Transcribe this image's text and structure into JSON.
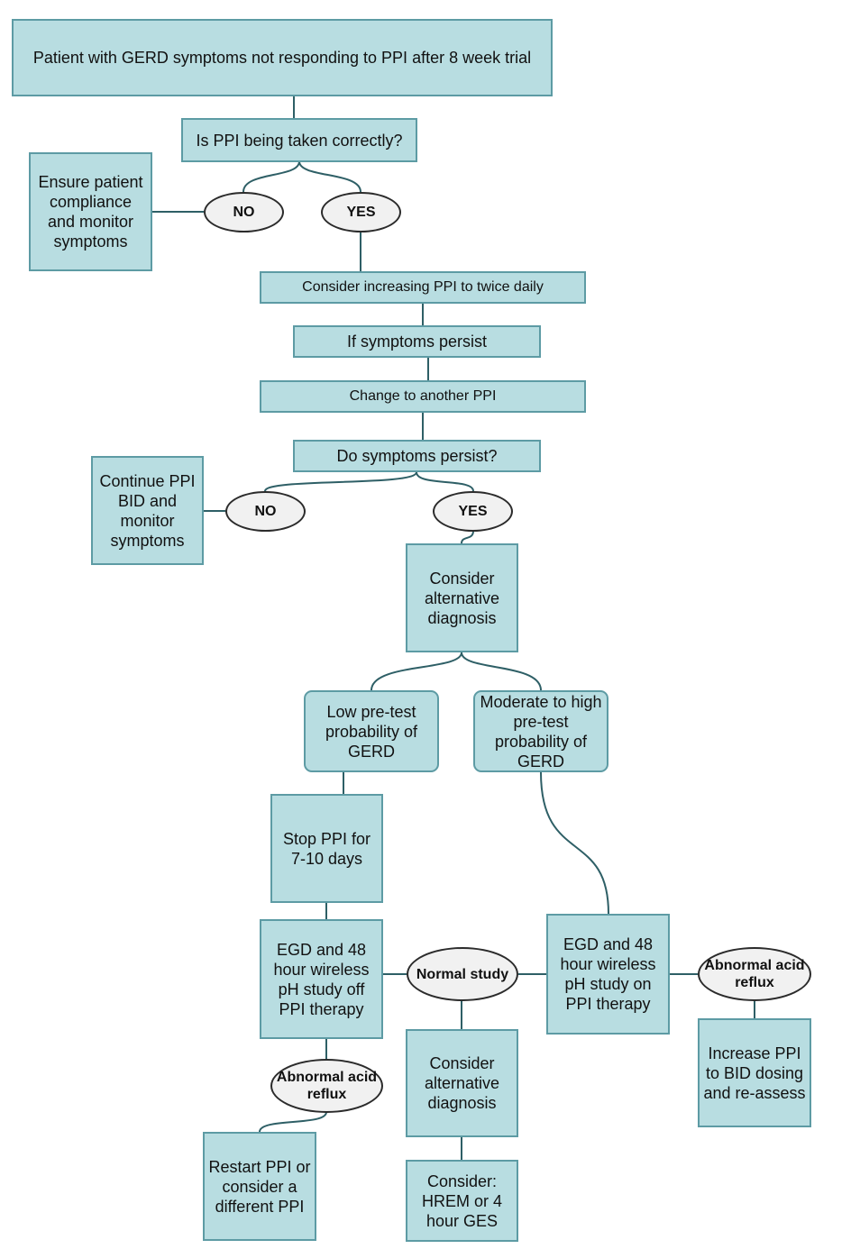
{
  "flowchart": {
    "start": "Patient with GERD symptoms not responding to PPI after 8 week trial",
    "q_taken_correctly": "Is PPI being taken correctly?",
    "no_1": "NO",
    "yes_1": "YES",
    "ensure_compliance": "Ensure patient compliance and monitor symptoms",
    "increase_twice_daily": "Consider increasing PPI to twice daily",
    "if_persist": "If symptoms persist",
    "change_ppi": "Change to another PPI",
    "q_persist": "Do symptoms persist?",
    "no_2": "NO",
    "yes_2": "YES",
    "continue_bid": "Continue PPI BID and monitor symptoms",
    "alt_diagnosis_1": "Consider alternative diagnosis",
    "low_probability": "Low pre-test probability of GERD",
    "high_probability": "Moderate to high pre-test probability of GERD",
    "stop_ppi": "Stop PPI for 7-10 days",
    "egd_off": "EGD and 48 hour wireless pH study off PPI therapy",
    "normal_study": "Normal study",
    "egd_on": "EGD and 48 hour wireless pH study on PPI therapy",
    "abnormal_right": "Abnormal acid reflux",
    "increase_bid": "Increase PPI to BID dosing and re-assess",
    "abnormal_left": "Abnormal acid reflux",
    "restart_ppi": "Restart PPI or consider a different PPI",
    "alt_diagnosis_2": "Consider alternative diagnosis",
    "consider_hrem": "Consider: HREM or 4 hour GES"
  }
}
